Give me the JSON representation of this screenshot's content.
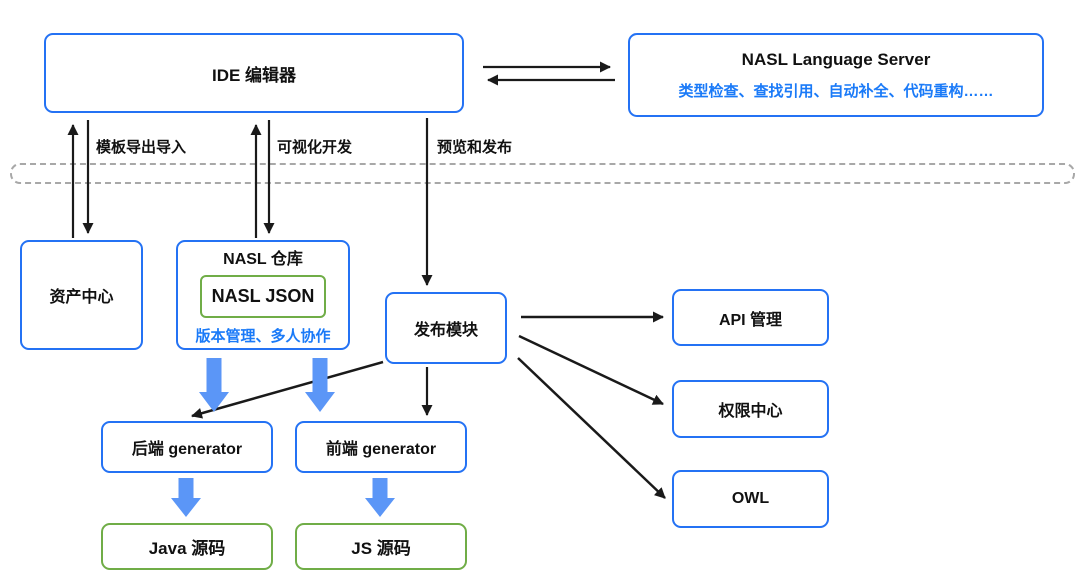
{
  "diagram": {
    "nodes": {
      "ide": {
        "label": "IDE 编辑器"
      },
      "nasl_language_server": {
        "title": "NASL Language Server",
        "subtitle": "类型检查、查找引用、自动补全、代码重构……"
      },
      "asset_center": {
        "label": "资产中心"
      },
      "nasl_repo": {
        "title": "NASL 仓库",
        "inner_label": "NASL JSON",
        "subtitle": "版本管理、多人协作"
      },
      "publish_module": {
        "label": "发布模块"
      },
      "api_management": {
        "label": "API 管理"
      },
      "permission_center": {
        "label": "权限中心"
      },
      "owl": {
        "label": "OWL"
      },
      "backend_generator": {
        "label": "后端 generator"
      },
      "frontend_generator": {
        "label": "前端 generator"
      },
      "java_source": {
        "label": "Java 源码"
      },
      "js_source": {
        "label": "JS 源码"
      }
    },
    "edge_labels": {
      "template_export_import": "模板导出导入",
      "visual_development": "可视化开发",
      "preview_and_publish": "预览和发布"
    },
    "colors": {
      "box_border_blue": "#2472f4",
      "box_border_green": "#70ad47",
      "accent_text_blue": "#1a7af8",
      "thick_arrow_blue": "#5b96f7",
      "arrow_black": "#1a1a1a",
      "dashed_band_gray": "#a8a8a8"
    }
  }
}
